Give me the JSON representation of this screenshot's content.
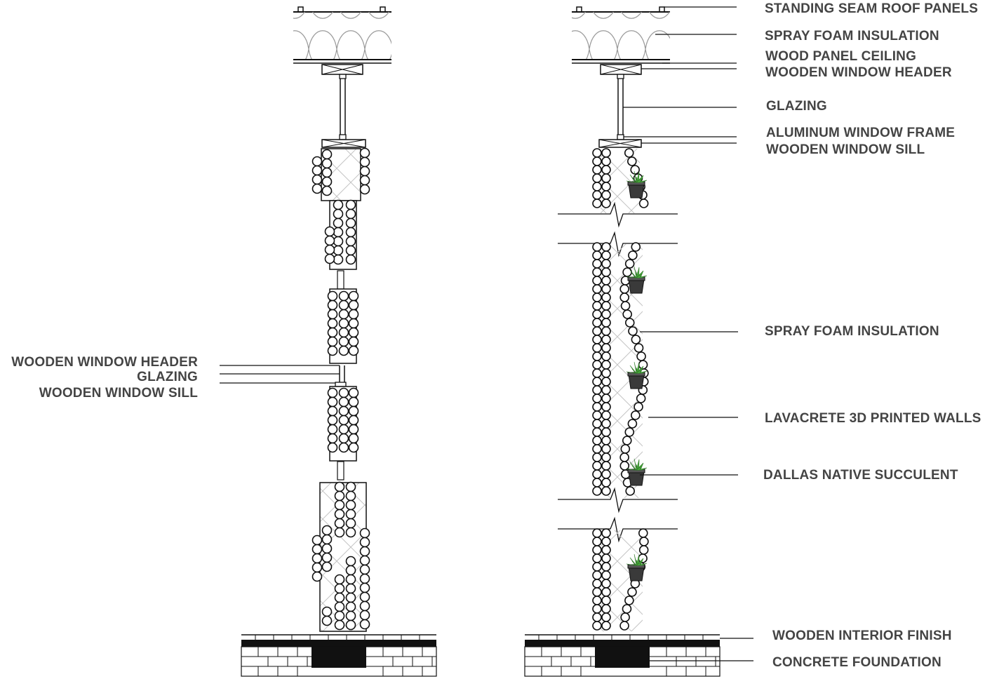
{
  "left_section": {
    "labels": [
      {
        "key": "header",
        "text": "WOODEN WINDOW HEADER"
      },
      {
        "key": "glazing",
        "text": "GLAZING"
      },
      {
        "key": "sill",
        "text": "WOODEN WINDOW SILL"
      }
    ]
  },
  "right_section": {
    "labels": [
      {
        "key": "roof",
        "text": "STANDING SEAM ROOF PANELS"
      },
      {
        "key": "spray_top",
        "text": "SPRAY FOAM INSULATION"
      },
      {
        "key": "ceiling",
        "text": "WOOD PANEL CEILING"
      },
      {
        "key": "header",
        "text": "WOODEN WINDOW HEADER"
      },
      {
        "key": "glazing",
        "text": "GLAZING"
      },
      {
        "key": "frame",
        "text": "ALUMINUM WINDOW FRAME"
      },
      {
        "key": "sill",
        "text": "WOODEN WINDOW SILL"
      },
      {
        "key": "spray_wall",
        "text": "SPRAY FOAM INSULATION"
      },
      {
        "key": "walls",
        "text": "LAVACRETE 3D PRINTED WALLS"
      },
      {
        "key": "succulent",
        "text": "DALLAS NATIVE SUCCULENT"
      },
      {
        "key": "finish",
        "text": "WOODEN INTERIOR FINISH"
      },
      {
        "key": "foundation",
        "text": "CONCRETE FOUNDATION"
      }
    ]
  },
  "colors": {
    "line": "#111111",
    "label_text": "#444444",
    "insulation_hatch": "#bdbdbd",
    "plant_green": "#4caf3f",
    "pot": "#3a3a3a"
  }
}
